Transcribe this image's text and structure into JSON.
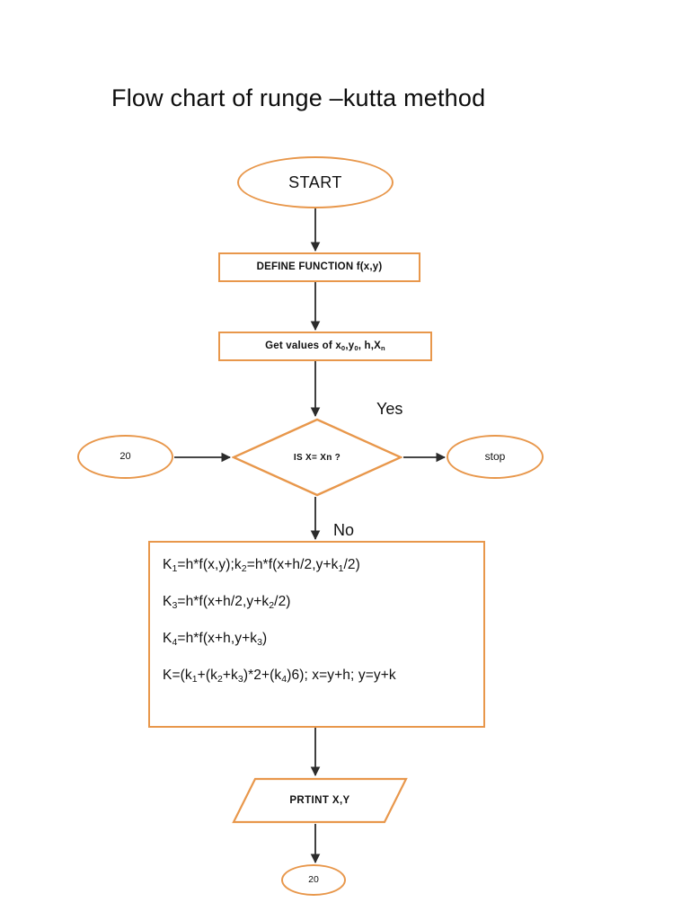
{
  "page": {
    "title": "Flow chart of runge –kutta method",
    "background_color": "#ffffff"
  },
  "theme": {
    "shape_border_color": "#E8974B",
    "shape_fill_color": "#ffffff",
    "text_color": "#111111",
    "connector_color": "#2b2b2b"
  },
  "flowchart": {
    "nodes": {
      "start": {
        "label": "START",
        "shape": "terminator-ellipse"
      },
      "define_function": {
        "label": "DEFINE FUNCTION f(x,y)",
        "shape": "process-rectangle"
      },
      "get_values": {
        "label_prefix": "Get values of x",
        "sub_1": "0",
        "label_mid_1": ",y",
        "sub_2": "0",
        "label_mid_2": ", h,X",
        "sub_3": "n",
        "label_plain": "Get values of x0,y0, h,Xn",
        "shape": "process-rectangle"
      },
      "decision": {
        "label": "IS X= Xn ?",
        "shape": "decision-diamond"
      },
      "connector_left": {
        "label": "20",
        "shape": "connector-ellipse"
      },
      "stop": {
        "label": "stop",
        "shape": "terminator-ellipse"
      },
      "formulas": {
        "shape": "process-rectangle",
        "lines": [
          "K1=h*f(x,y);k2=h*f(x+h/2,y+k1/2)",
          "K3=h*f(x+h/2,y+k2/2)",
          "K4=h*f(x+h,y+k3)",
          "K=(k1+(k2+k3)*2+(k4)6); x=y+h; y=y+k"
        ]
      },
      "print": {
        "label": "PRTINT X,Y",
        "shape": "io-parallelogram"
      },
      "connector_bottom": {
        "label": "20",
        "shape": "connector-ellipse"
      }
    },
    "edge_labels": {
      "yes": "Yes",
      "no": "No"
    },
    "edges": [
      {
        "from": "start",
        "to": "define_function",
        "label": ""
      },
      {
        "from": "define_function",
        "to": "get_values",
        "label": ""
      },
      {
        "from": "get_values",
        "to": "decision",
        "label": ""
      },
      {
        "from": "connector_left",
        "to": "decision",
        "label": ""
      },
      {
        "from": "decision",
        "to": "stop",
        "label": "Yes"
      },
      {
        "from": "decision",
        "to": "formulas",
        "label": "No"
      },
      {
        "from": "formulas",
        "to": "print",
        "label": ""
      },
      {
        "from": "print",
        "to": "connector_bottom",
        "label": ""
      }
    ]
  }
}
